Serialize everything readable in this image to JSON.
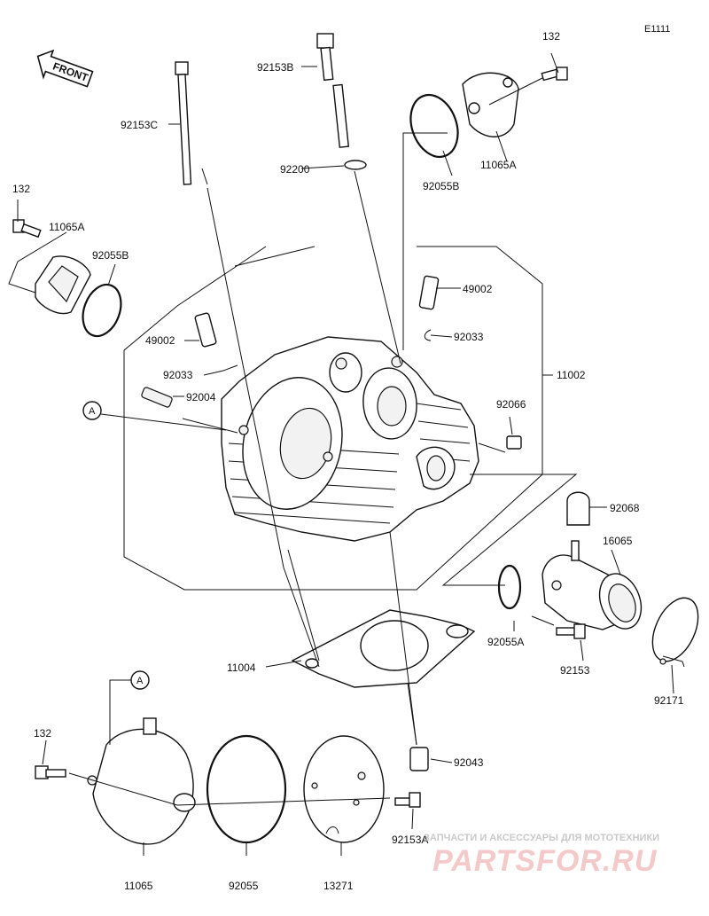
{
  "diagram_code": "E1111",
  "front_label": "FRONT",
  "ref_marker": "A",
  "parts": {
    "p132_top": "132",
    "p11065A_top": "11065A",
    "p92055B_top": "92055B",
    "p92153B": "92153B",
    "p92153C": "92153C",
    "p92200": "92200",
    "p132_left": "132",
    "p11065A_left": "11065A",
    "p92055B_left": "92055B",
    "p49002_right": "49002",
    "p92033_right": "92033",
    "p49002_left": "49002",
    "p92033_left": "92033",
    "p92004": "92004",
    "p11002": "11002",
    "p92066": "92066",
    "p92068": "92068",
    "p16065": "16065",
    "p92055A": "92055A",
    "p92153": "92153",
    "p92171": "92171",
    "p11004": "11004",
    "p92043": "92043",
    "p132_bottom": "132",
    "p11065": "11065",
    "p92055": "92055",
    "p13271": "13271",
    "p92153A": "92153A"
  },
  "watermark": {
    "tagline": "ЗАПЧАСТИ И АКСЕССУАРЫ ДЛЯ МОТОТЕХНИКИ",
    "brand": "PARTSFOR.RU"
  }
}
